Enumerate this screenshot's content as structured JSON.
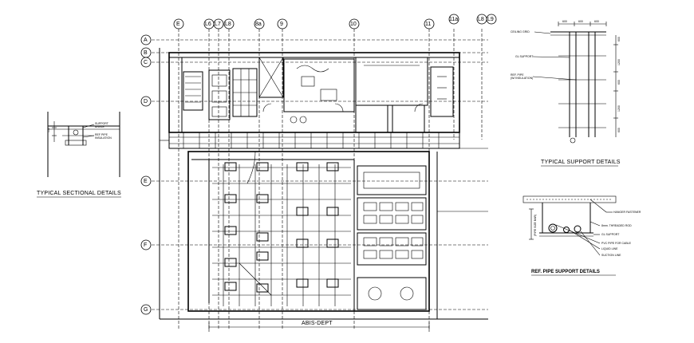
{
  "drawing": {
    "plan_title": "ABIS-DEPT",
    "grid_columns": [
      "E",
      "L6",
      "L7",
      "L8",
      "8a",
      "9",
      "10",
      "11",
      "11a",
      "L8",
      "L9"
    ],
    "grid_rows": [
      "A",
      "B",
      "C",
      "D",
      "E",
      "F",
      "G"
    ]
  },
  "details": {
    "sectional_title": "TYPICAL SECTIONAL DETAILS",
    "support_title": "TYPICAL SUPPORT DETAILS",
    "pipe_support_title": "REF. PIPE SUPPORT DETAILS",
    "support_labels": [
      "CEILING GRID",
      "GL SUPPORT",
      "REF. PIPE",
      "(W/ INSULATION)"
    ],
    "support_dims_top": [
      "600",
      "600",
      "600"
    ],
    "support_dims_side": [
      "600",
      "1200",
      "600",
      "1200",
      "600"
    ],
    "pipe_labels": [
      "HANGER FASTENER",
      "8mm. THREADED ROD",
      "GL SUPPORT",
      "PVC PIPE FOR CABLE",
      "LIQUID LINE",
      "SUCTION LINE"
    ],
    "pipe_side_label": "(PIPE SIZE BAR)"
  },
  "colors": {
    "line": "#000000",
    "background": "#ffffff"
  }
}
